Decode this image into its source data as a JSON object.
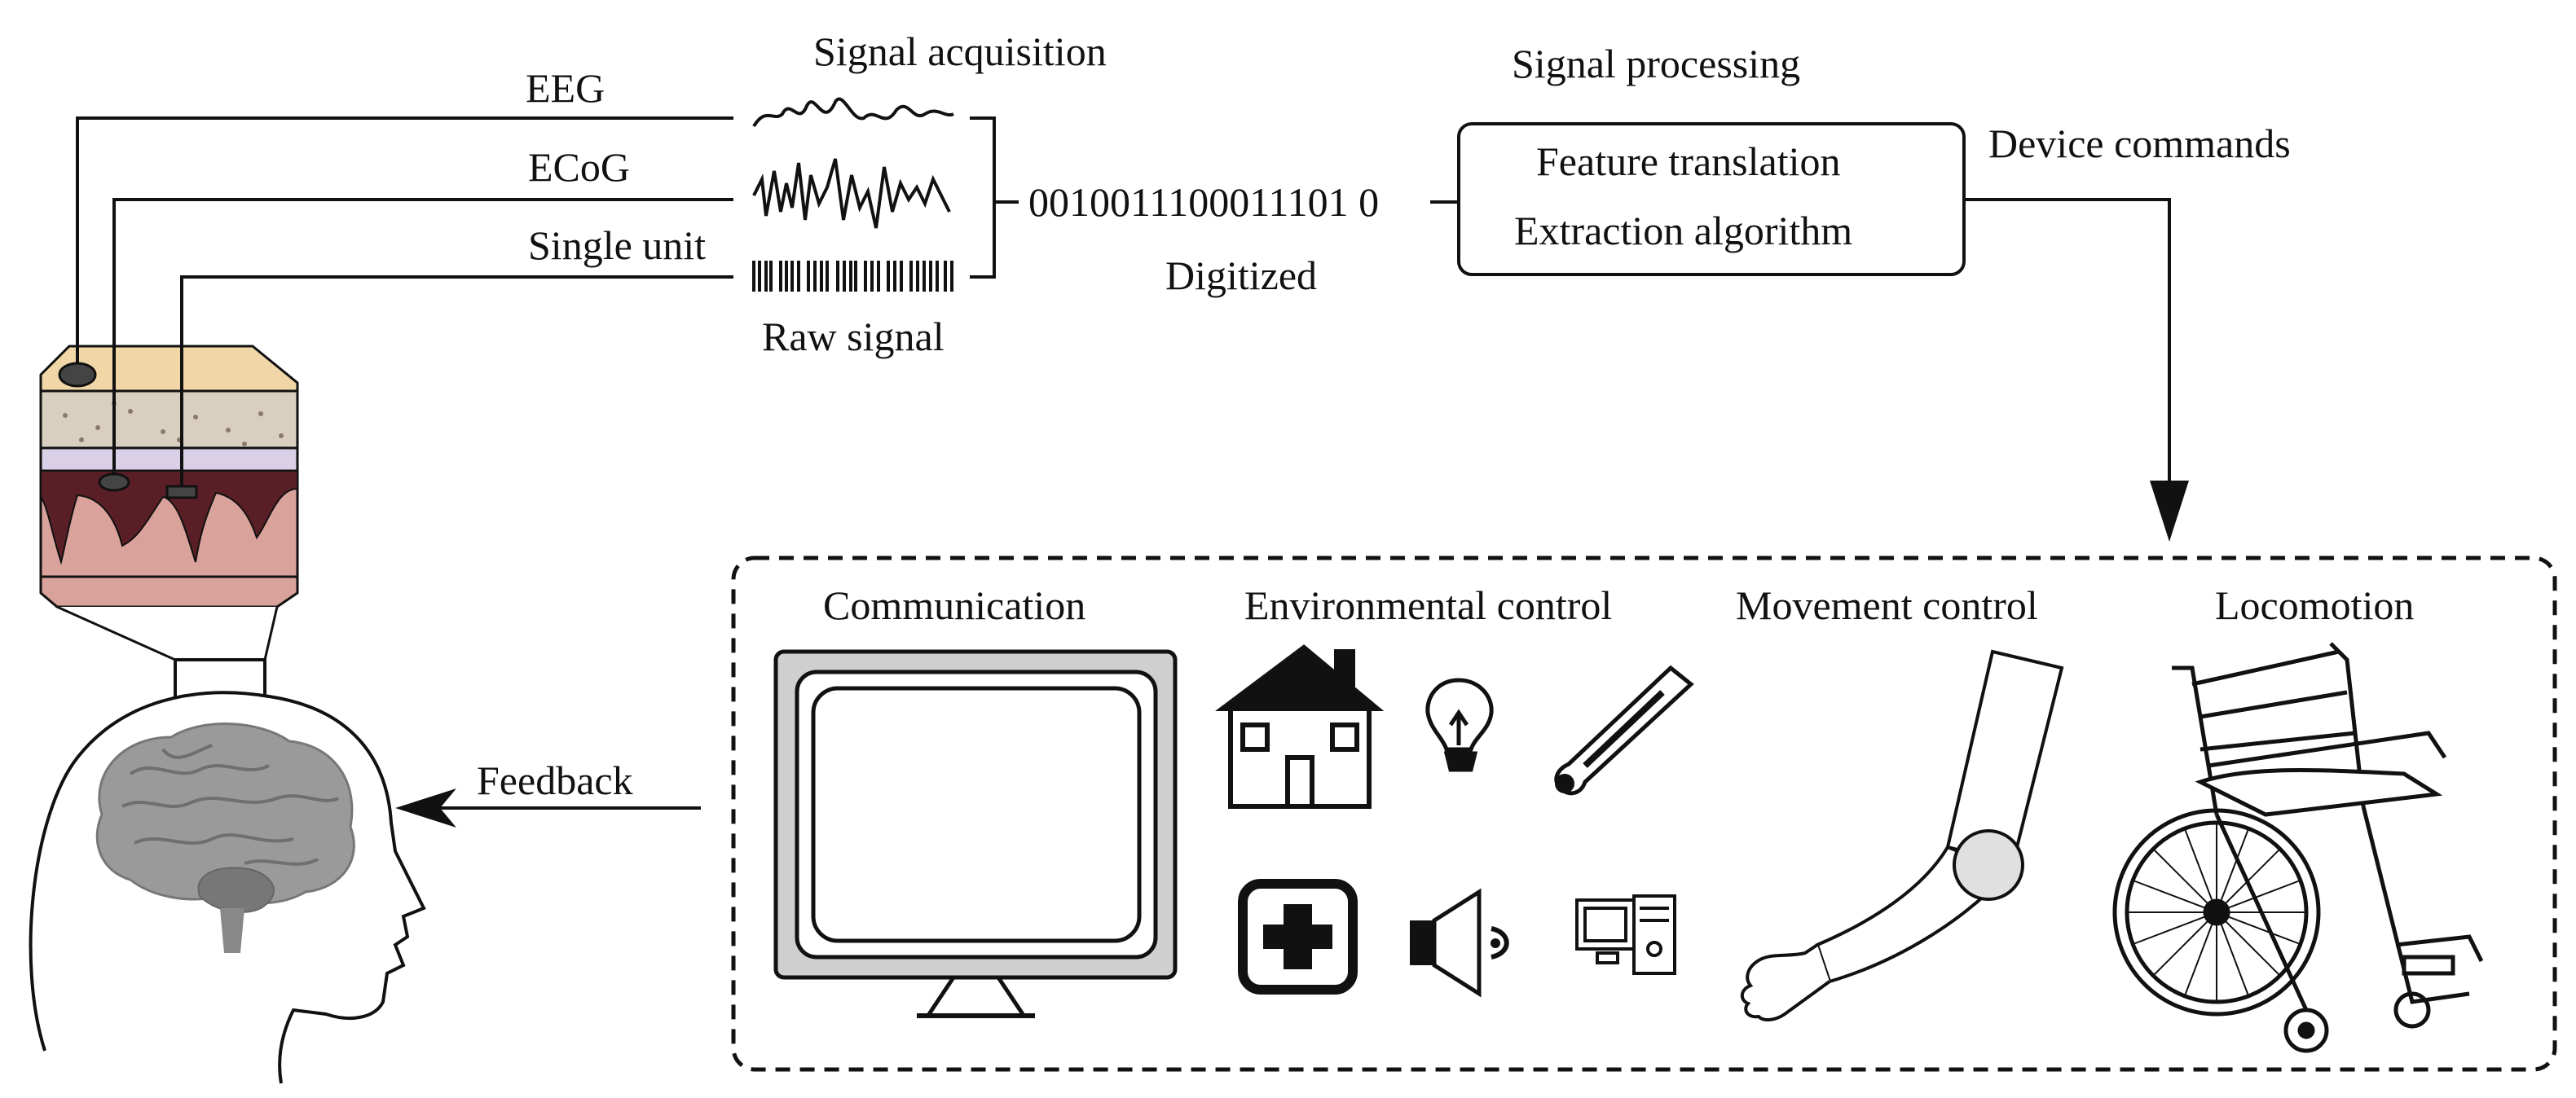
{
  "acquisition": {
    "title": "Signal acquisition",
    "eeg": "EEG",
    "ecog": "ECoG",
    "single_unit": "Single unit",
    "raw_signal": "Raw signal"
  },
  "digitized": {
    "bits": "0010011100011101 0",
    "label": "Digitized"
  },
  "processing": {
    "title": "Signal processing",
    "line1": "Feature translation",
    "line2": "Extraction algorithm"
  },
  "device_commands": "Device commands",
  "feedback": "Feedback",
  "applications": {
    "communication": "Communication",
    "environmental": "Environmental control",
    "movement": "Movement control",
    "locomotion": "Locomotion"
  },
  "icons": {
    "monitor": "monitor-icon",
    "house": "house-icon",
    "bulb": "light-bulb-icon",
    "thermometer": "thermometer-icon",
    "medical": "medical-cross-icon",
    "speaker": "speaker-icon",
    "computer": "computer-icon",
    "arm": "prosthetic-arm-icon",
    "wheelchair": "wheelchair-icon"
  },
  "colors": {
    "scalp": "#f1d7a8",
    "skull": "#d8cfc0",
    "dura": "#d9cfe6",
    "cortex_dark": "#5a1f26",
    "cortex_light": "#d9a29a",
    "brain": "#9a9a9a",
    "monitor_frame": "#cfcfcf"
  }
}
